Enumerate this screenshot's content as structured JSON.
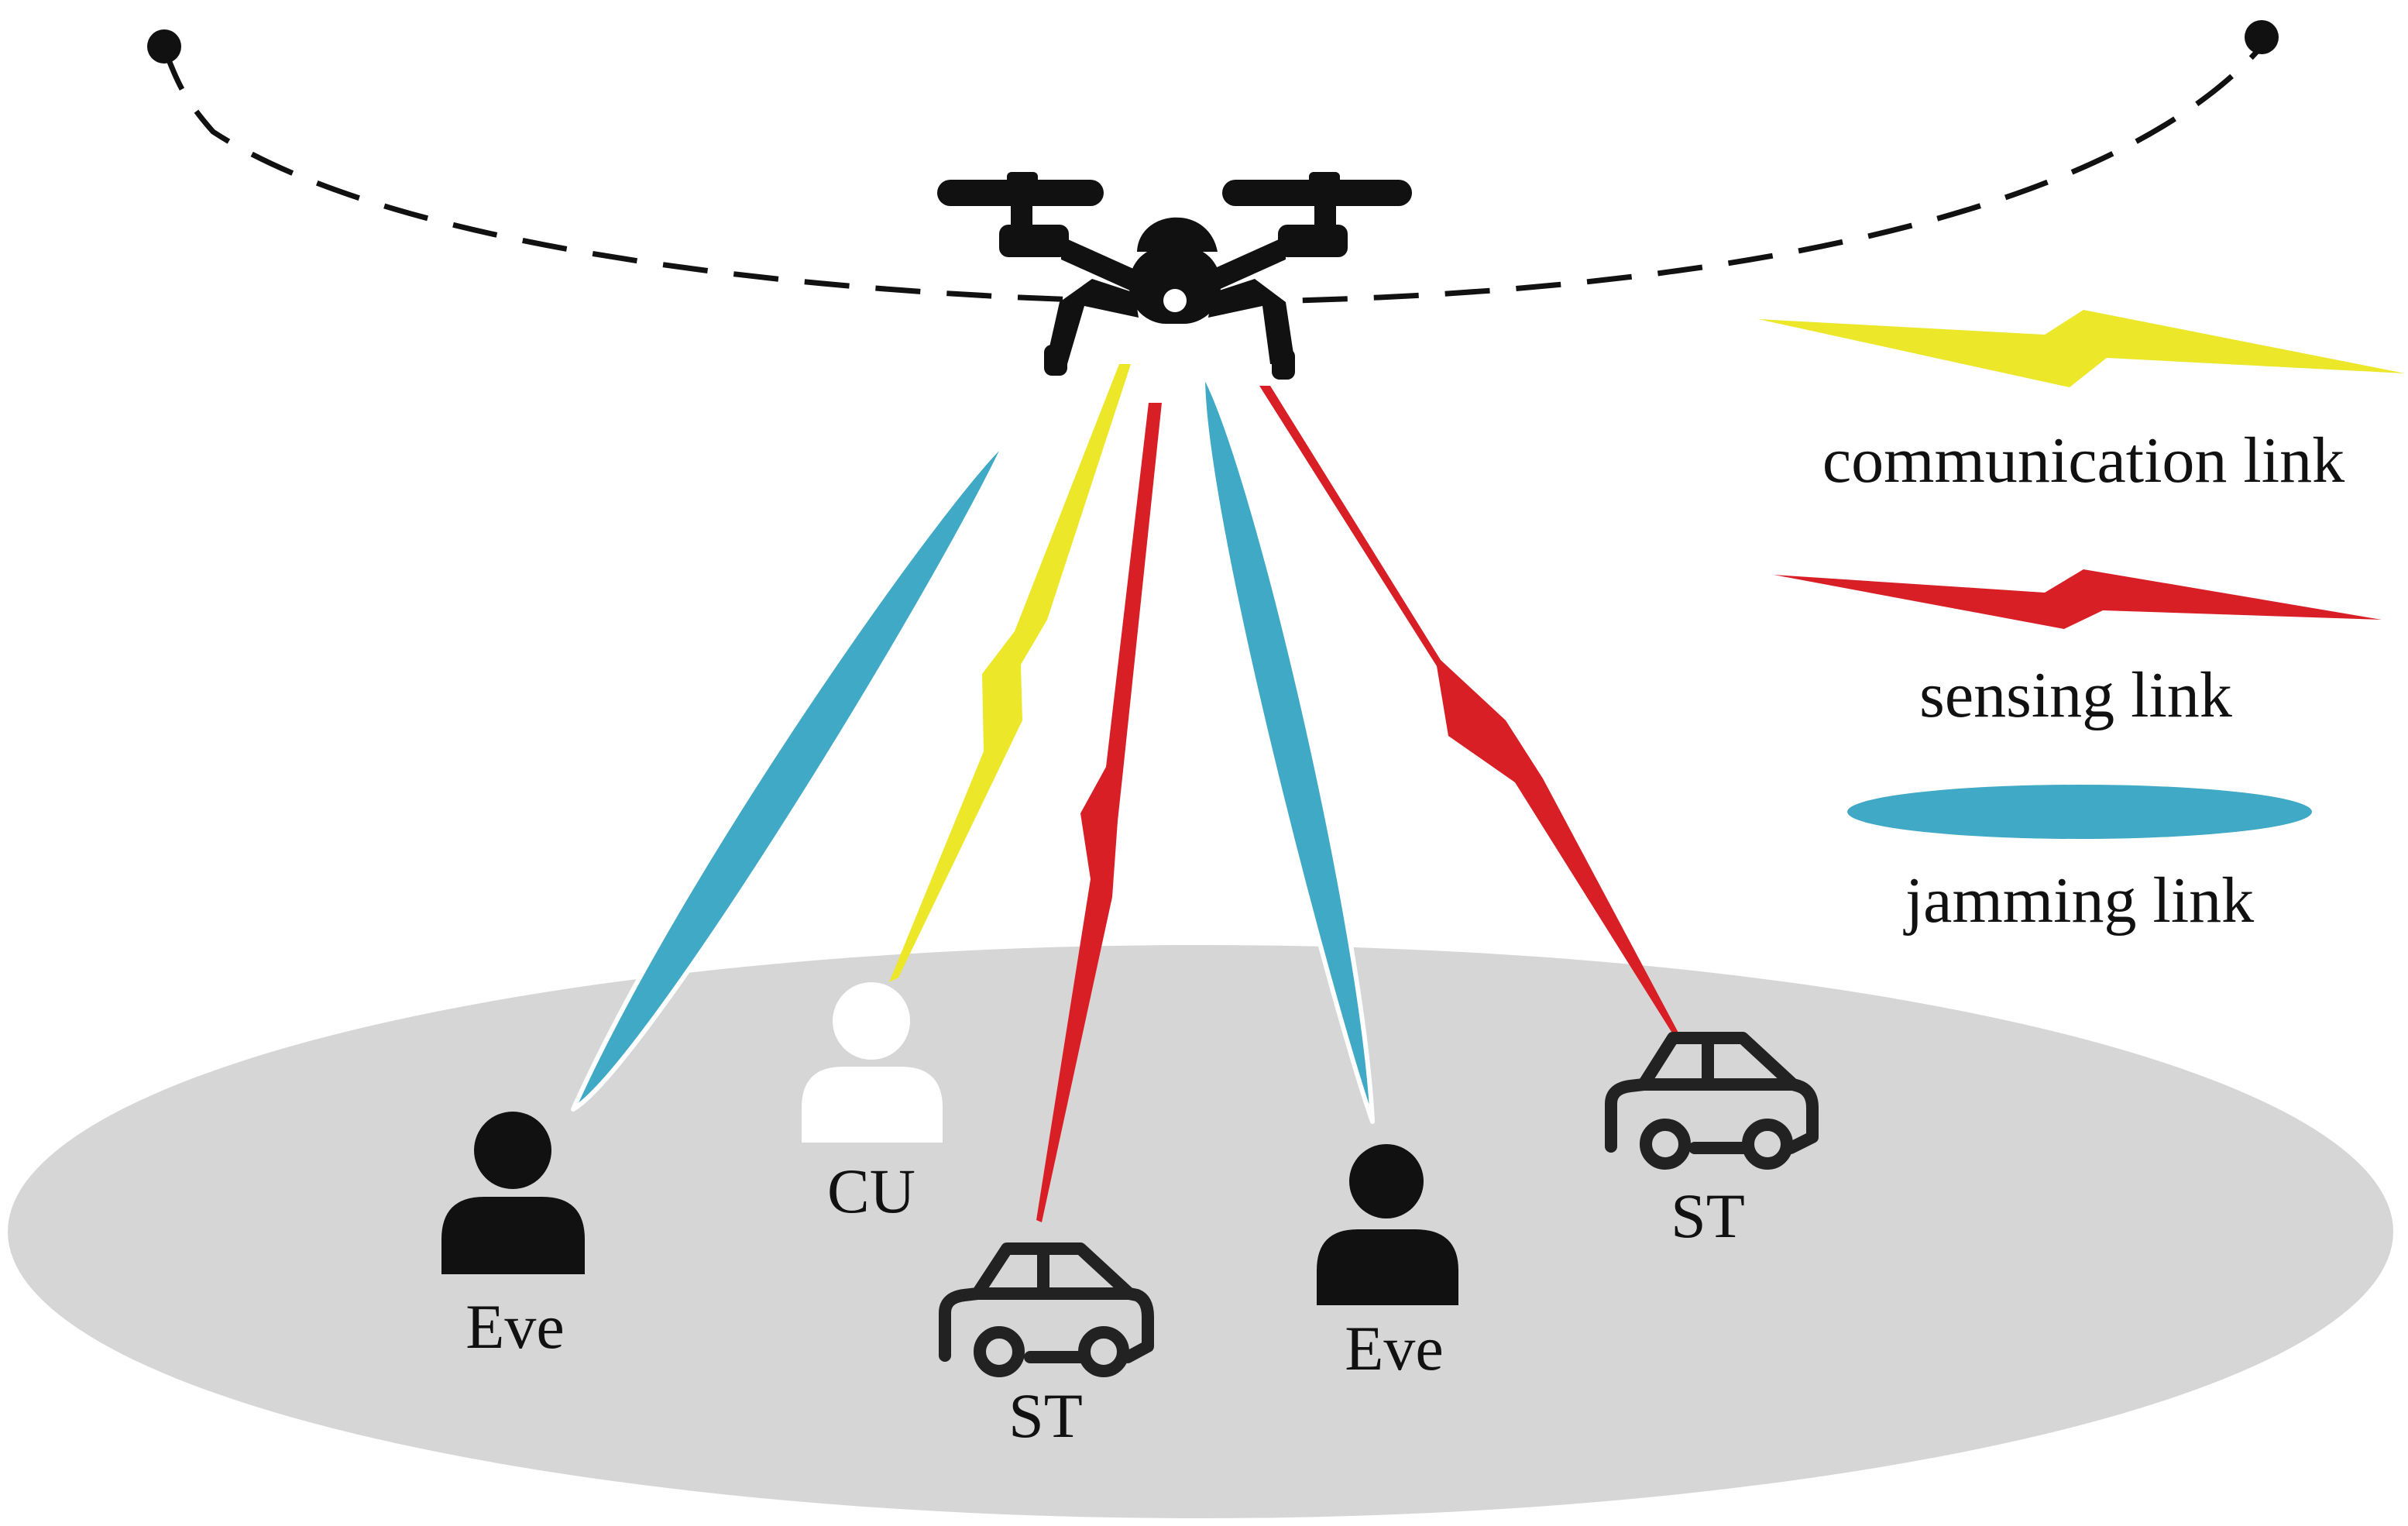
{
  "nodes": {
    "eve_left": "Eve",
    "cu": "CU",
    "st_middle": "ST",
    "eve_right": "Eve",
    "st_right": "ST"
  },
  "legend": {
    "communication": "communication link",
    "sensing": "sensing link",
    "jamming": "jamming link"
  },
  "colors": {
    "communication": "#ece729",
    "sensing": "#d91f26",
    "jamming": "#40a9c6",
    "ground": "#d6d6d7",
    "icon": "#111111"
  },
  "icons": {
    "uav": "drone-icon",
    "eavesdropper": "user-icon",
    "communication_user": "user-icon",
    "sensing_target": "car-icon"
  }
}
